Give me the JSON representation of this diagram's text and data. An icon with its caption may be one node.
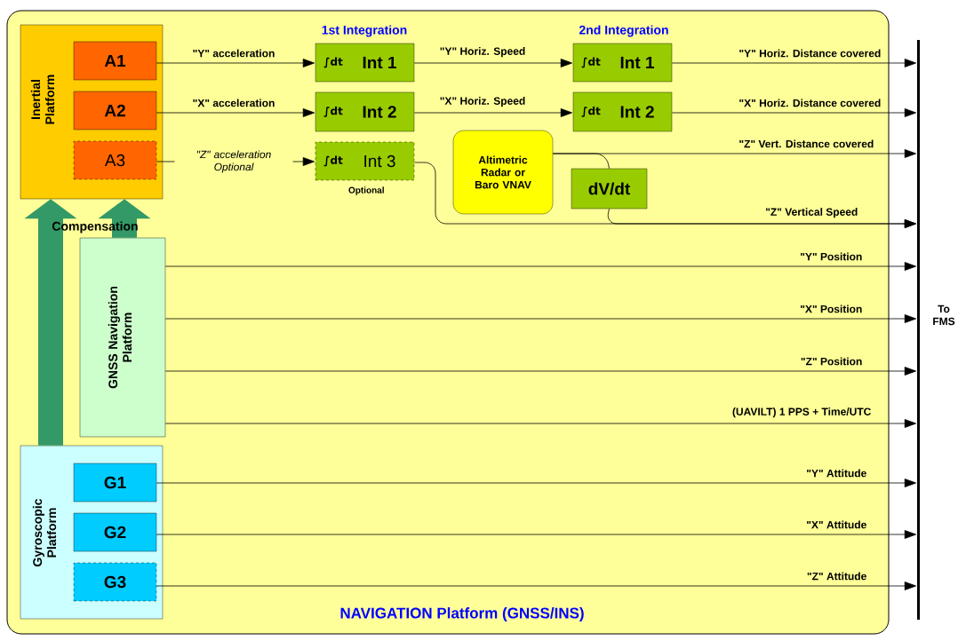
{
  "diagram": {
    "nodes": [
      {
        "text": [
          "NAVIGATION Platform (GNSS/INS)"
        ]
      },
      {
        "text": [
          "Inertial Platform"
        ],
        "in": 0
      },
      {
        "text": [
          "A1"
        ],
        "in": 1
      },
      {
        "text": [
          "A2"
        ],
        "in": 1
      },
      {
        "text": [
          "A3"
        ],
        "in": 1
      },
      {
        "text": [
          "∫dt",
          "Int 1"
        ],
        "in": 0
      },
      {
        "text": [
          "∫dt",
          "Int 2"
        ],
        "in": 0
      },
      {
        "text": [
          "∫dt",
          "Int 3"
        ],
        "in": 0,
        "beside": [
          "Optional"
        ]
      },
      {
        "text": [
          "∫dt",
          "Int 1"
        ],
        "in": 0
      },
      {
        "text": [
          "∫dt",
          "Int 2"
        ],
        "in": 0
      },
      {
        "text": [
          "Altimetric Radar or Baro VNAV"
        ],
        "in": 0
      },
      {
        "text": [
          "dV/dt"
        ],
        "in": 0
      },
      {
        "text": [
          "GNSS Navigation Platform"
        ],
        "in": 0
      },
      {
        "text": [
          "Gyroscopic Platform"
        ],
        "in": 0
      },
      {
        "text": [
          "G1"
        ],
        "in": 13
      },
      {
        "text": [
          "G2"
        ],
        "in": 13
      },
      {
        "text": [
          "G3"
        ],
        "in": 13
      },
      {
        "text": [],
        "shape": "bar",
        "beside": [
          "To FMS"
        ]
      }
    ],
    "edges": [
      {
        "from": 2,
        "to": 5,
        "arrow": "to",
        "label": "\"Y\" acceleration"
      },
      {
        "from": 3,
        "to": 6,
        "arrow": "to",
        "label": "\"X\" acceleration"
      },
      {
        "from": 4,
        "to": 7,
        "arrow": "to",
        "label": "\"Z\" acceleration Optional"
      },
      {
        "from": 5,
        "to": 8,
        "arrow": "to",
        "label": "\"Y\" Horiz. Speed"
      },
      {
        "from": 6,
        "to": 9,
        "arrow": "to",
        "label": "\"X\" Horiz. Speed"
      },
      {
        "from": 8,
        "to": 17,
        "arrow": "to",
        "label": "\"Y\" Horiz. Distance covered"
      },
      {
        "from": 9,
        "to": 17,
        "arrow": "to",
        "label": "\"X\" Horiz. Distance covered"
      },
      {
        "from": 10,
        "to": 17,
        "arrow": "to",
        "label": "\"Z\" Vert. Distance covered"
      },
      {
        "from": 10,
        "to": 11,
        "arrow": "none"
      },
      {
        "from": 7,
        "to": 17,
        "arrow": "to"
      },
      {
        "from": 11,
        "to": 17,
        "arrow": "to",
        "label": "\"Z\" Vertical Speed"
      },
      {
        "from": 12,
        "to": 17,
        "arrow": "to",
        "label": "\"Y\" Position"
      },
      {
        "from": 12,
        "to": 17,
        "arrow": "to",
        "label": "\"X\" Position"
      },
      {
        "from": 12,
        "to": 17,
        "arrow": "to",
        "label": "\"Z\" Position"
      },
      {
        "from": 12,
        "to": 17,
        "arrow": "to",
        "label": "(UAVILT) 1 PPS + Time/UTC"
      },
      {
        "from": 14,
        "to": 17,
        "arrow": "to",
        "label": "\"Y\" Attitude"
      },
      {
        "from": 15,
        "to": 17,
        "arrow": "to",
        "label": "\"X\" Attitude"
      },
      {
        "from": 16,
        "to": 17,
        "arrow": "to",
        "label": "\"Z\" Attitude"
      },
      {
        "from": 13,
        "to": 1,
        "arrow": "to",
        "style": "thick",
        "color": "#339966"
      },
      {
        "from": 12,
        "to": 1,
        "arrow": "to",
        "style": "thick",
        "color": "#339966"
      }
    ],
    "labels": [
      "1st Integration",
      "2nd Integration",
      "Compensation"
    ]
  }
}
